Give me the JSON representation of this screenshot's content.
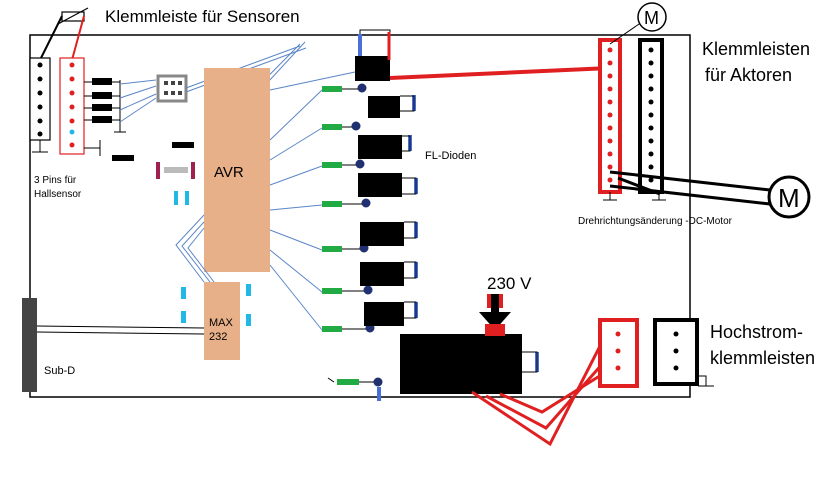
{
  "title": "Klemmleiste für Sensoren",
  "labels": {
    "aktoren_line1": "Klemmleisten",
    "aktoren_line2": "für Aktoren",
    "hall_line1": "3 Pins für",
    "hall_line2": "Hallsensor",
    "avr": "AVR",
    "max_line1": "MAX",
    "max_line2": "232",
    "subd": "Sub-D",
    "fl_dioden": "FL-Dioden",
    "drehrichtung": "Drehrichtungsänderung -DC-Motor",
    "voltage": "230 V",
    "hochstrom_line1": "Hochstrom-",
    "hochstrom_line2": "klemmleisten",
    "motor_symbol": "M"
  },
  "colors": {
    "red": "#e02020",
    "black": "#000000",
    "blue": "#4a6fd6",
    "green": "#22aa44",
    "chip": "#e8b088",
    "cyan": "#22b8e6",
    "wire": "#5b86c8"
  }
}
